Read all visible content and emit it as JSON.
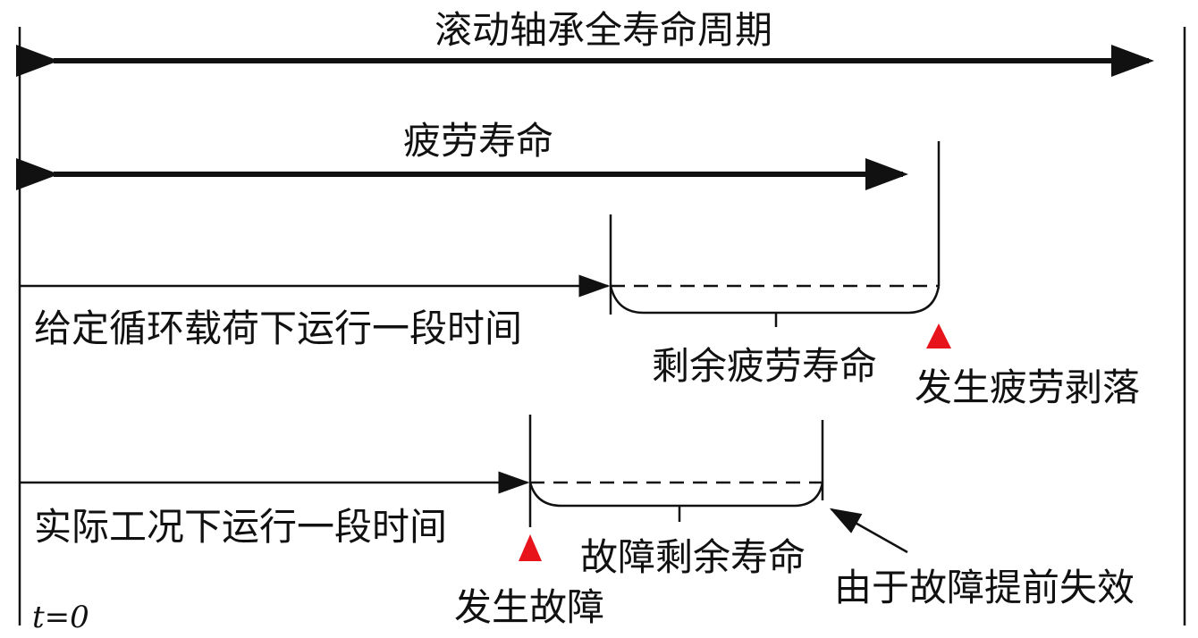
{
  "labels": {
    "full_life": "滚动轴承全寿命周期",
    "fatigue_life": "疲劳寿命",
    "cyclic_load_run": "给定循环载荷下运行一段时间",
    "remaining_fatigue_life": "剩余疲劳寿命",
    "fatigue_spalling": "发生疲劳剥落",
    "actual_condition_run": "实际工况下运行一段时间",
    "fault_remaining_life": "故障剩余寿命",
    "early_failure": "由于故障提前失效",
    "fault_occurs": "发生故障",
    "t0": "t=0"
  },
  "colors": {
    "marker": "#e8141c",
    "line": "#111111"
  }
}
